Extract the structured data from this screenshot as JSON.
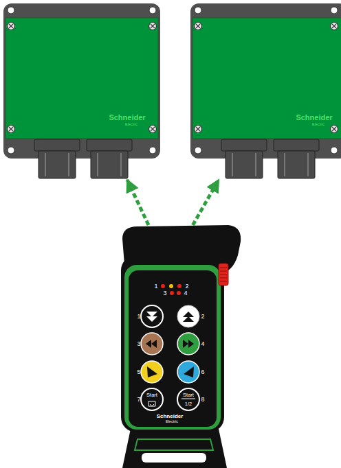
{
  "diagram": {
    "nodes": [
      {
        "text": [
          "Schneider",
          "Electric"
        ]
      },
      {
        "text": [
          "Schneider",
          "Electric"
        ]
      },
      {
        "text": [
          "Schneider",
          "Electric"
        ]
      },
      {
        "text": [
          "Start"
        ],
        "in": 2
      },
      {
        "text": [
          "Start",
          "1/2"
        ],
        "in": 2
      }
    ],
    "edges": [
      {
        "from": 2,
        "to": 0,
        "arrow": "to"
      },
      {
        "from": 2,
        "to": 1,
        "arrow": "to"
      }
    ],
    "labels": [
      "1",
      "2",
      "3",
      "4",
      "1",
      "2",
      "3",
      "4",
      "5",
      "6",
      "7",
      "8"
    ]
  }
}
